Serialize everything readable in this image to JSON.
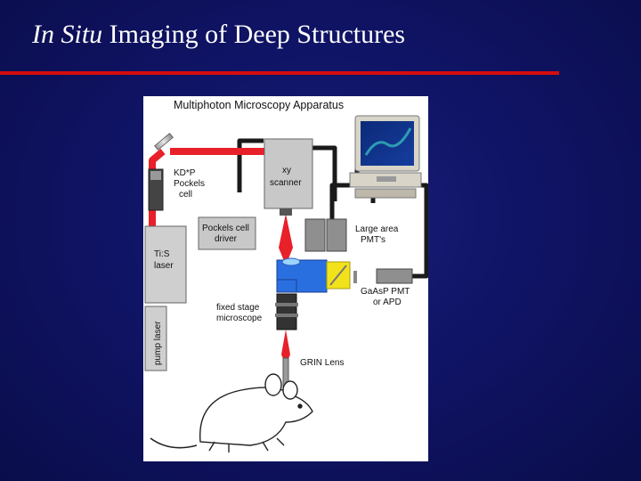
{
  "slide": {
    "title_italic": "In Situ",
    "title_rest": " Imaging of Deep Structures",
    "rule_color": "#d40d0d",
    "background_color": "#101466"
  },
  "diagram": {
    "title": "Multiphoton Microscopy Apparatus",
    "labels": {
      "kdp_1": "KD*P",
      "kdp_2": "Pockels",
      "kdp_3": "cell",
      "xy_1": "xy",
      "xy_2": "scanner",
      "driver_1": "Pockels cell",
      "driver_2": "driver",
      "tis_1": "Ti:S",
      "tis_2": "laser",
      "large_1": "Large area",
      "large_2": "PMT's",
      "gaasp_1": "GaAsP PMT",
      "gaasp_2": "or APD",
      "fixed_1": "fixed stage",
      "fixed_2": "microscope",
      "pump": "pump laser",
      "grin": "GRIN Lens"
    },
    "colors": {
      "laser_beam": "#e8202a",
      "cable": "#1a1a1a",
      "dichroic_block": "#2a6fe0",
      "filter_block": "#f2e21a",
      "component_gray": "#c8c8c8"
    }
  }
}
